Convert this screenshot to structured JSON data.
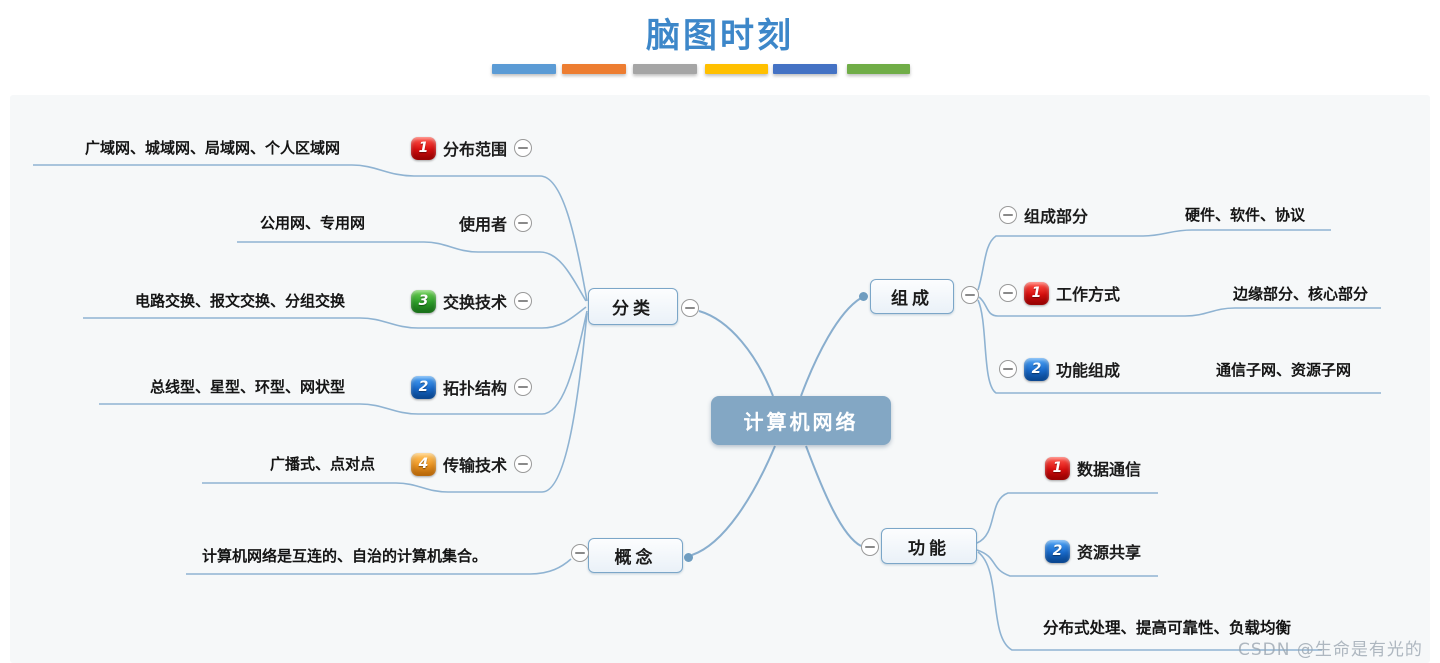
{
  "title": "脑图时刻",
  "decor_bar_colors": [
    "#5B9BD5",
    "#ED7D31",
    "#A5A5A5",
    "#FFC000",
    "#4472C4",
    "#70AD47"
  ],
  "root": {
    "label": "计算机网络"
  },
  "classification": {
    "label": "分类",
    "items": [
      {
        "badge": "1",
        "badge_color": "red",
        "label": "分布范围",
        "leaf": "广域网、城域网、局域网、个人区域网"
      },
      {
        "badge": "",
        "badge_color": "",
        "label": "使用者",
        "leaf": "公用网、专用网"
      },
      {
        "badge": "3",
        "badge_color": "green",
        "label": "交换技术",
        "leaf": "电路交换、报文交换、分组交换"
      },
      {
        "badge": "2",
        "badge_color": "blue",
        "label": "拓扑结构",
        "leaf": "总线型、星型、环型、网状型"
      },
      {
        "badge": "4",
        "badge_color": "orange",
        "label": "传输技术",
        "leaf": "广播式、点对点"
      }
    ]
  },
  "concept": {
    "label": "概念",
    "leaf": "计算机网络是互连的、自治的计算机集合。"
  },
  "composition": {
    "label": "组成",
    "items": [
      {
        "badge": "",
        "badge_color": "",
        "label": "组成部分",
        "detail": "硬件、软件、协议"
      },
      {
        "badge": "1",
        "badge_color": "red",
        "label": "工作方式",
        "detail": "边缘部分、核心部分"
      },
      {
        "badge": "2",
        "badge_color": "blue",
        "label": "功能组成",
        "detail": "通信子网、资源子网"
      }
    ]
  },
  "functions": {
    "label": "功能",
    "items": [
      {
        "badge": "1",
        "badge_color": "red",
        "label": "数据通信"
      },
      {
        "badge": "2",
        "badge_color": "blue",
        "label": "资源共享"
      },
      {
        "badge": "",
        "badge_color": "",
        "label": "分布式处理、提高可靠性、负载均衡"
      }
    ]
  },
  "watermark": "CSDN @生命是有光的",
  "colors": {
    "title": "#3D87C9",
    "root_fill": "#83A7C4",
    "line": "#8FB3D2",
    "node_border": "#7BA6C8"
  }
}
